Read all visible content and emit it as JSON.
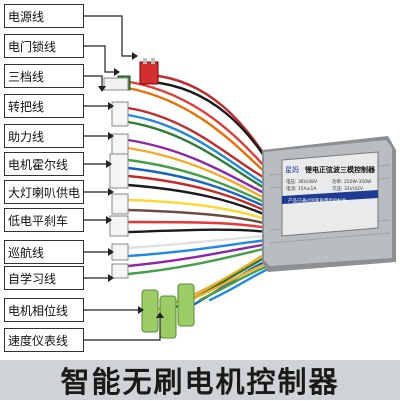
{
  "labels": [
    "电源线",
    "电门锁线",
    "三档线",
    "转把线",
    "助力线",
    "电机霍尔线",
    "大灯喇叭供电",
    "低电平刹车",
    "巡航线",
    "自学习线",
    "电机相位线",
    "速度仪表线"
  ],
  "controller": {
    "brand": "星妈",
    "title": "锂电正弦波三模控制器",
    "spec_lines": [
      "电压: 36V/48V",
      "电流: 15A±1A",
      "功率: 250W-350W",
      "欠压: 31V/42V"
    ],
    "footer_text": "产品已通过国家质量检验标准"
  },
  "footer": {
    "title": "智能无刷电机控制器"
  },
  "colors": {
    "housing": "#b9bdbf",
    "housing_dark": "#8c9093",
    "arrow": "#222222",
    "footer_bg": "#cfd3d6"
  }
}
